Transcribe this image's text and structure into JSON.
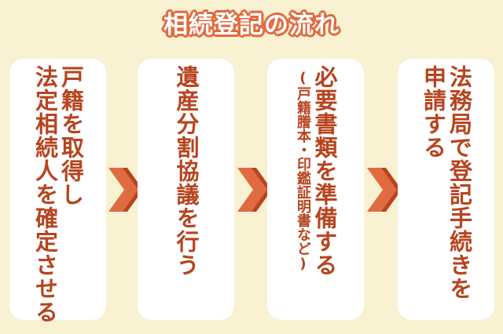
{
  "title": "相続登記の流れ",
  "steps": [
    {
      "lines": [
        "戸籍を取得し",
        "法定相続人を確定させる"
      ]
    },
    {
      "lines": [
        "遺産分割協議を行う"
      ]
    },
    {
      "lines": [
        "必要書類を準備する"
      ],
      "note": "(戸籍謄本・印鑑証明書など)"
    },
    {
      "lines": [
        "法務局で登記手続きを",
        "申請する"
      ]
    }
  ],
  "colors": {
    "background": "#f8f1d2",
    "box": "#ffffff",
    "text": "#b7441f",
    "arrow": "#e06b40",
    "arrow_shadow": "#b7441f",
    "title_outline": "#e06b40"
  },
  "icons": {
    "arrow": "chevron-right-icon"
  }
}
